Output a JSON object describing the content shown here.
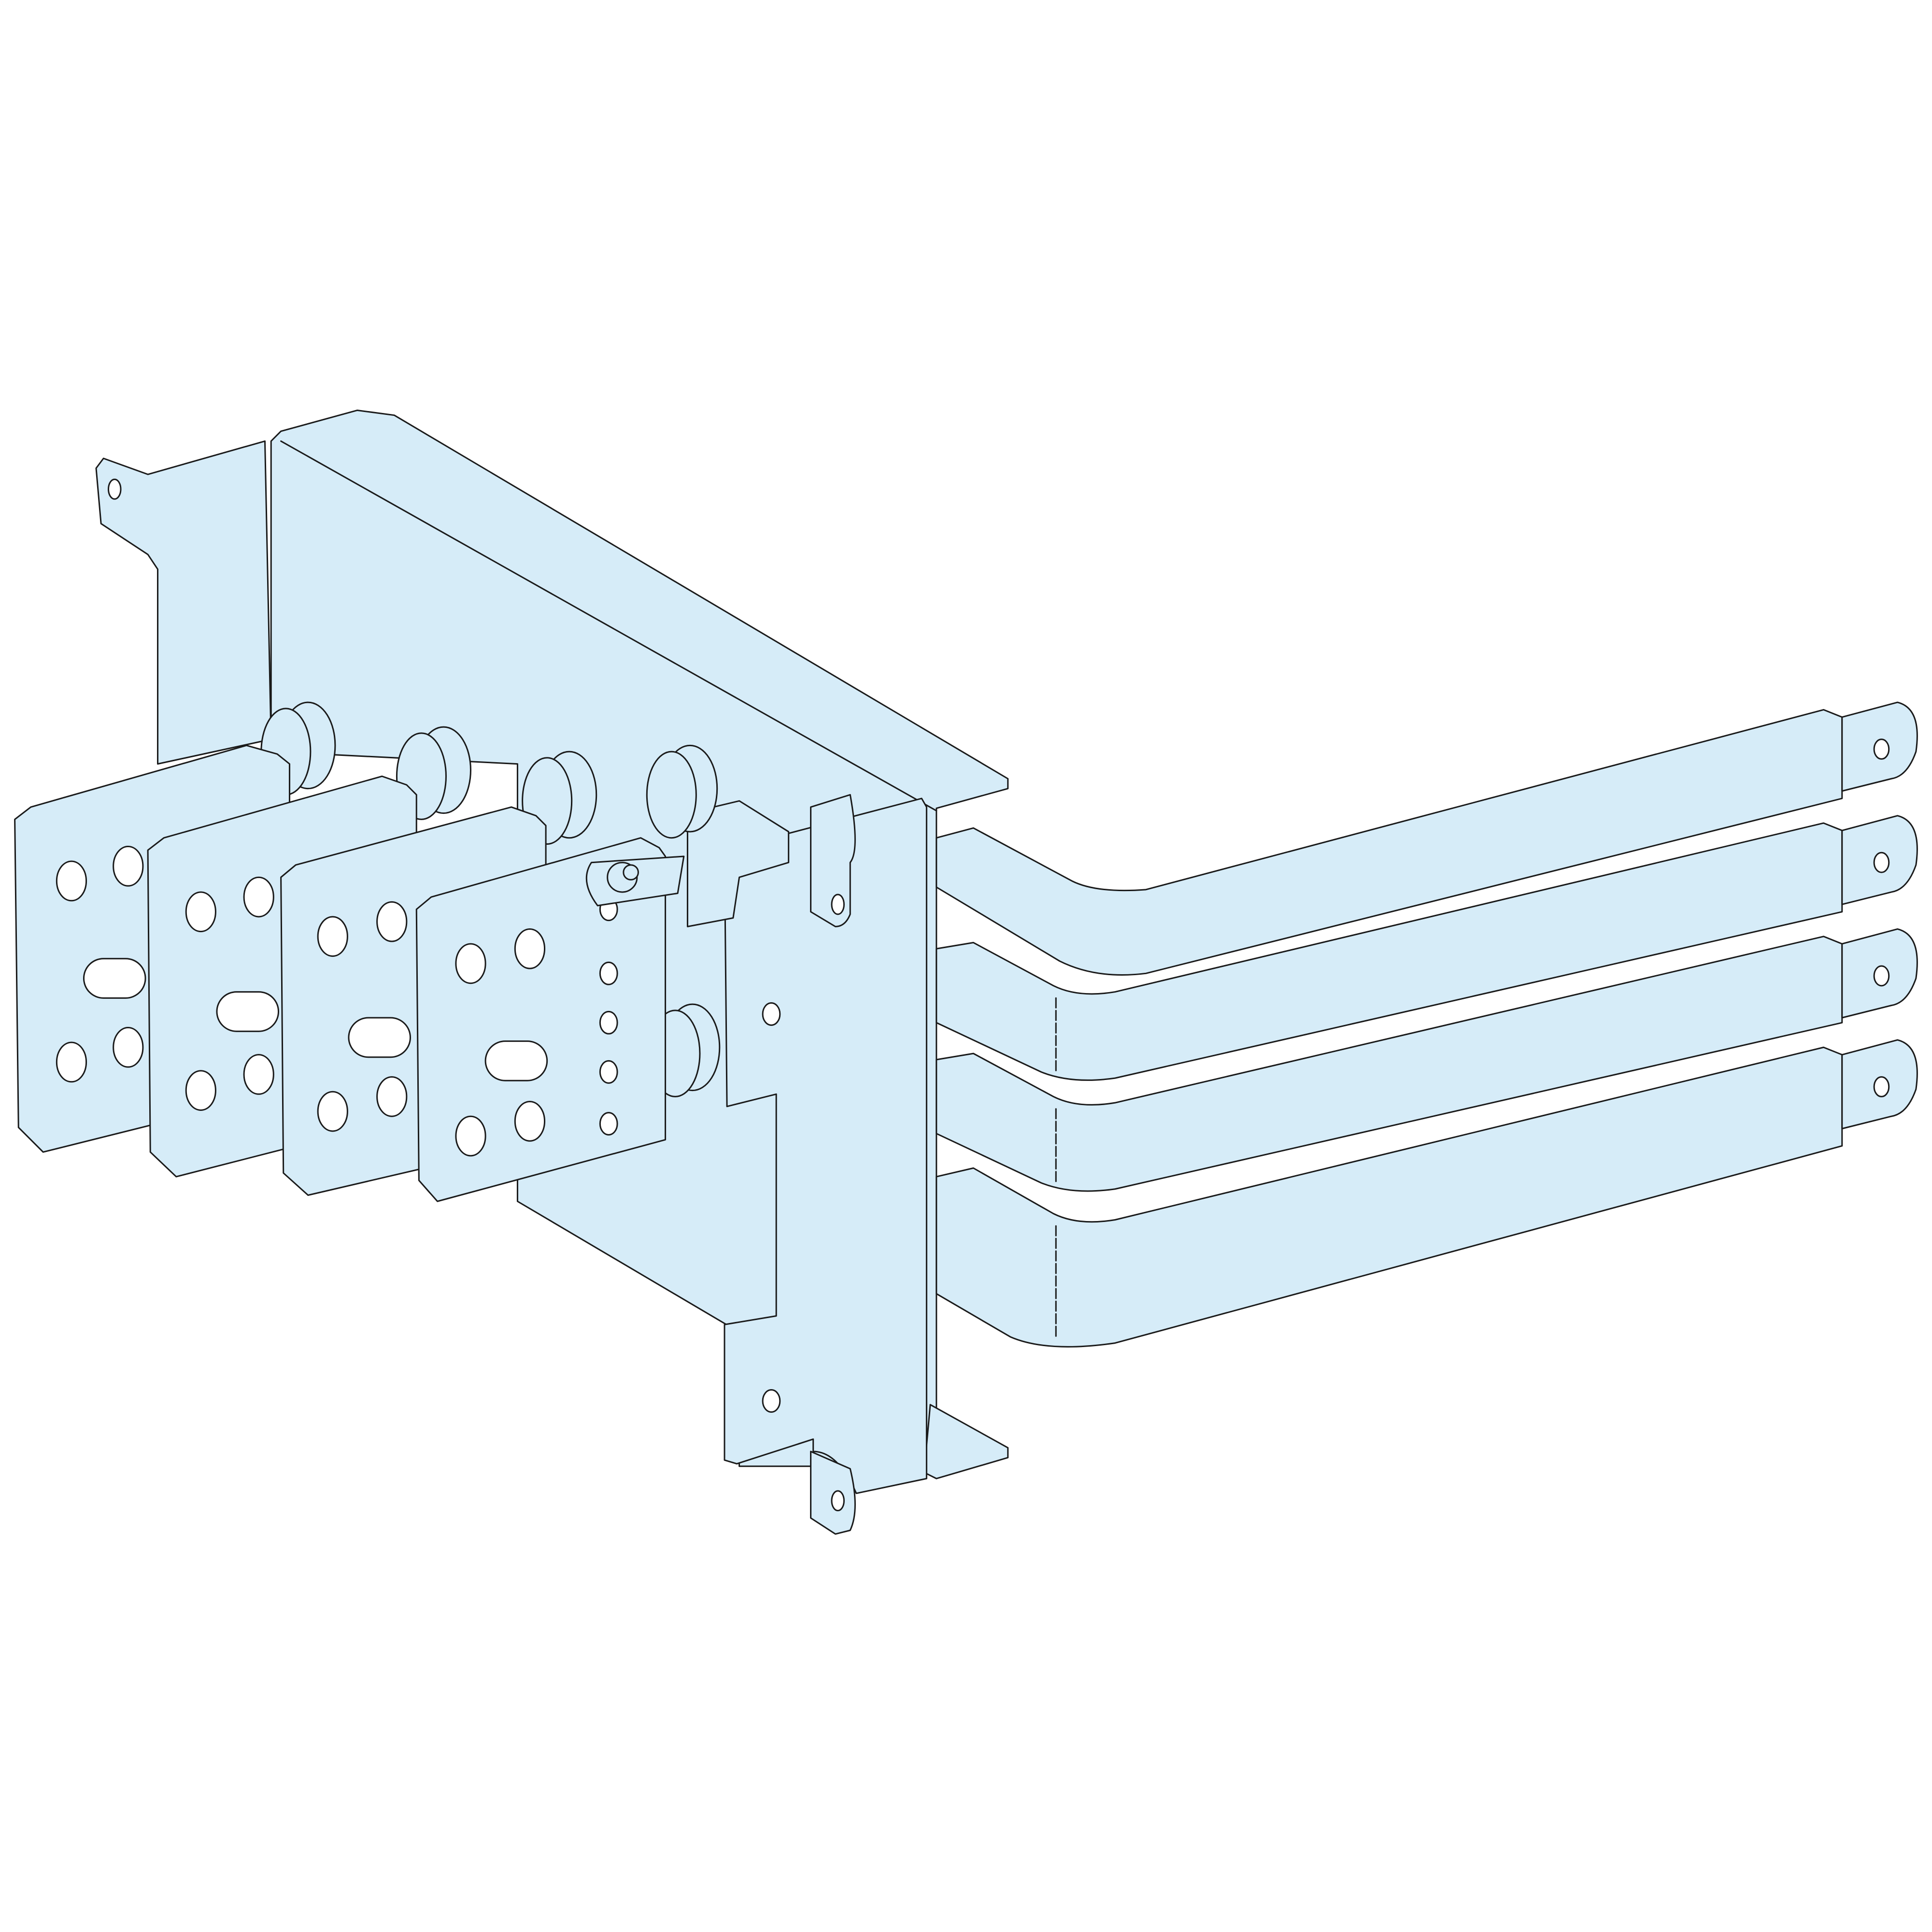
{
  "illustration": {
    "subject": "busbar-connection-assembly",
    "plate_count": 4,
    "bar_count": 4
  },
  "colors": {
    "fill": "#d6ecf8",
    "stroke": "#1a1a1a",
    "background": "#ffffff"
  }
}
